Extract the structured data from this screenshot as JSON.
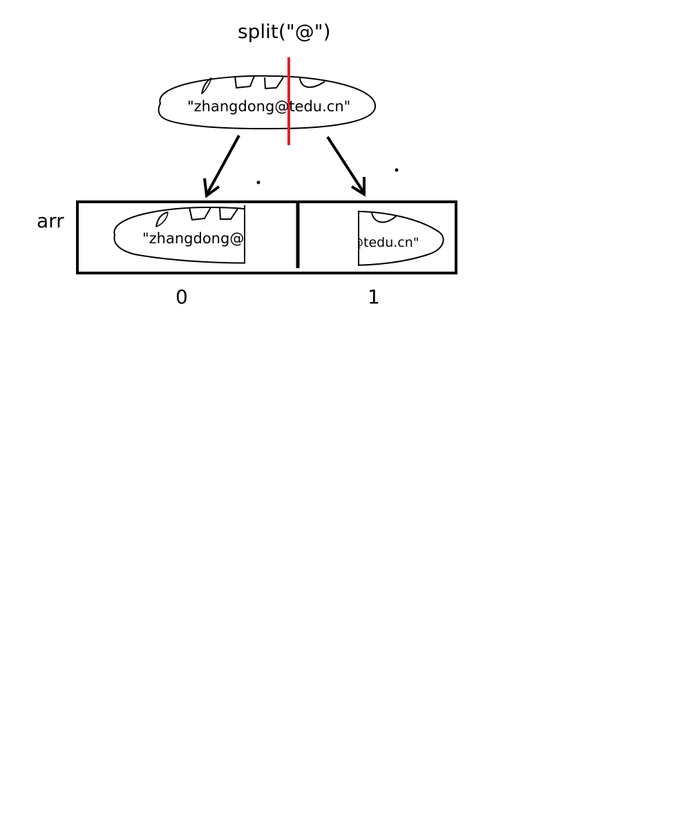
{
  "title": "split(\"@\")",
  "source_string": "\"zhangdong@tedu.cn\"",
  "array": {
    "label": "arr",
    "elements": [
      {
        "index": "0",
        "text": "\"zhangdong@"
      },
      {
        "index": "1",
        "text": "@tedu.cn\""
      }
    ]
  },
  "colors": {
    "stroke": "#000000",
    "cut_line": "#e0202a",
    "background": "#ffffff"
  }
}
